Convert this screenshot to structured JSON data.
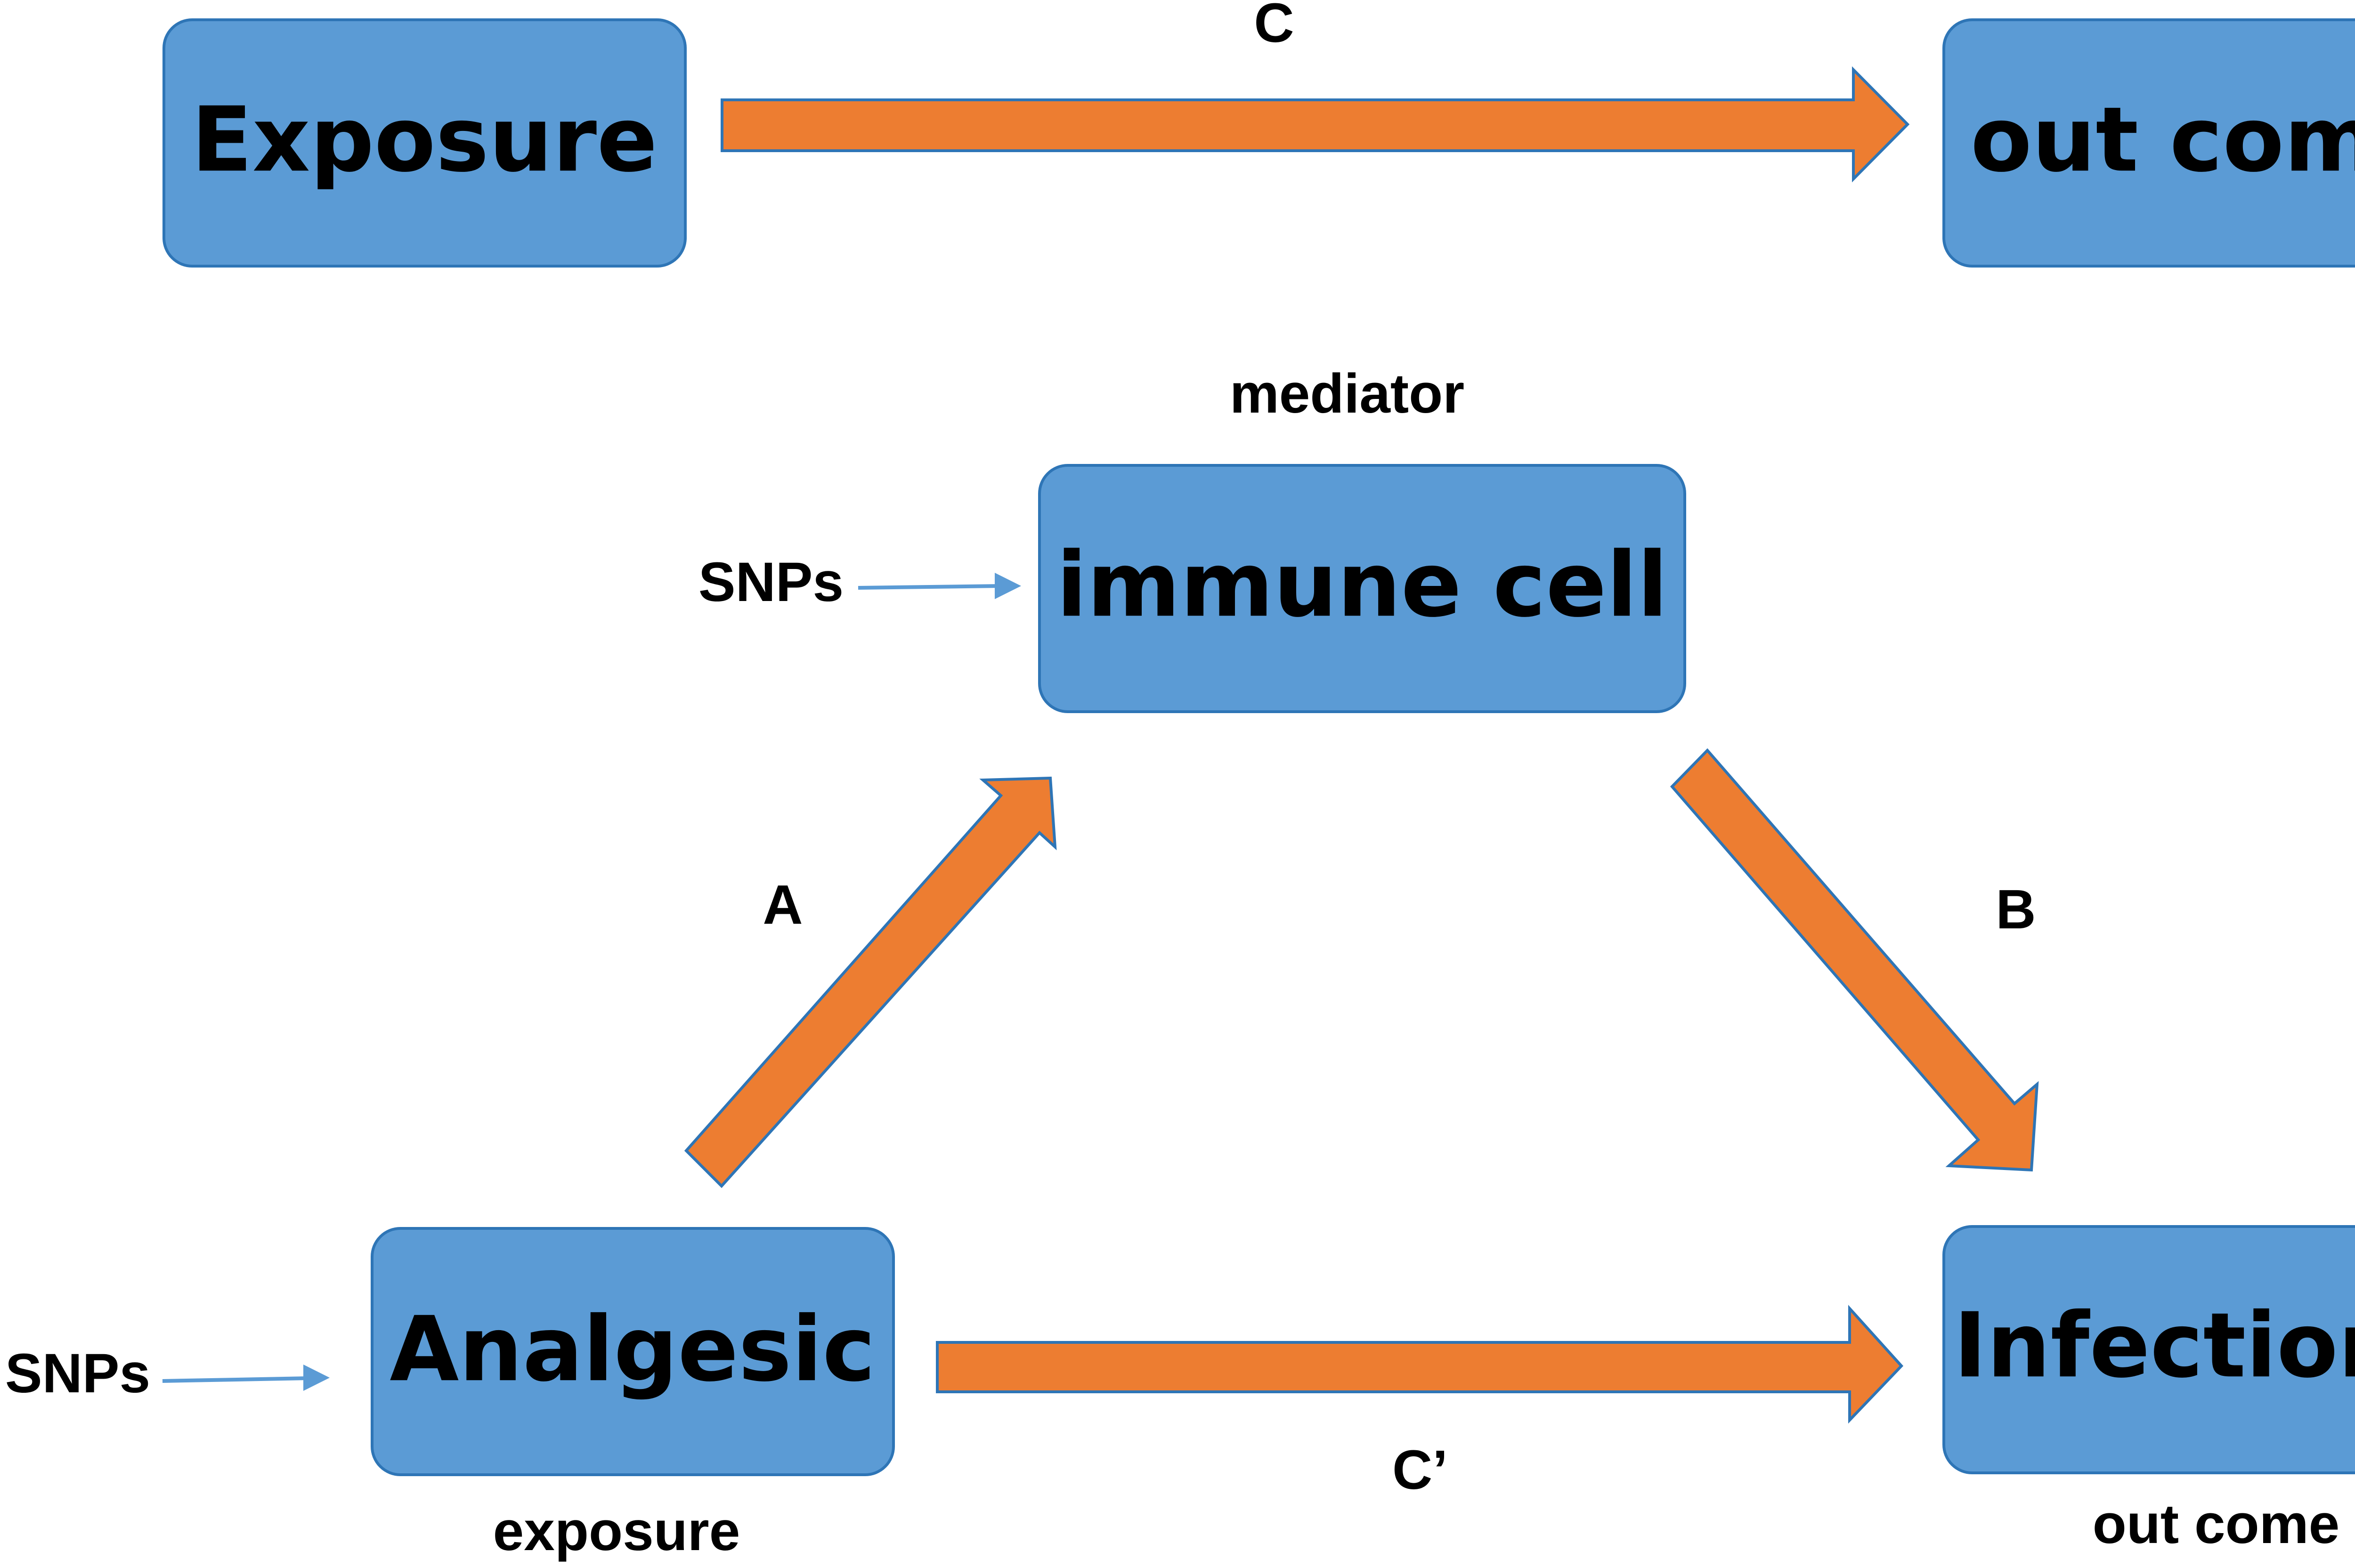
{
  "diagram": {
    "colors": {
      "box_fill": "#5b9bd5",
      "box_stroke": "#2e75b6",
      "arrow_fill": "#ed7d31",
      "snp_arrow": "#5b9bd5",
      "text": "#000000"
    },
    "top": {
      "exposure_label": "Exposure",
      "outcome_label": "out come",
      "path_label": "C"
    },
    "mediation": {
      "mediator_caption": "mediator",
      "mediator_label": "immune cell",
      "exposure_label": "Analgesic",
      "exposure_caption": "exposure",
      "outcome_label": "Infections",
      "outcome_caption": "out come",
      "path_a_label": "A",
      "path_b_label": "B",
      "path_c_prime_label": "C’",
      "snps_mediator_label": "SNPs",
      "snps_exposure_label": "SNPs"
    }
  }
}
